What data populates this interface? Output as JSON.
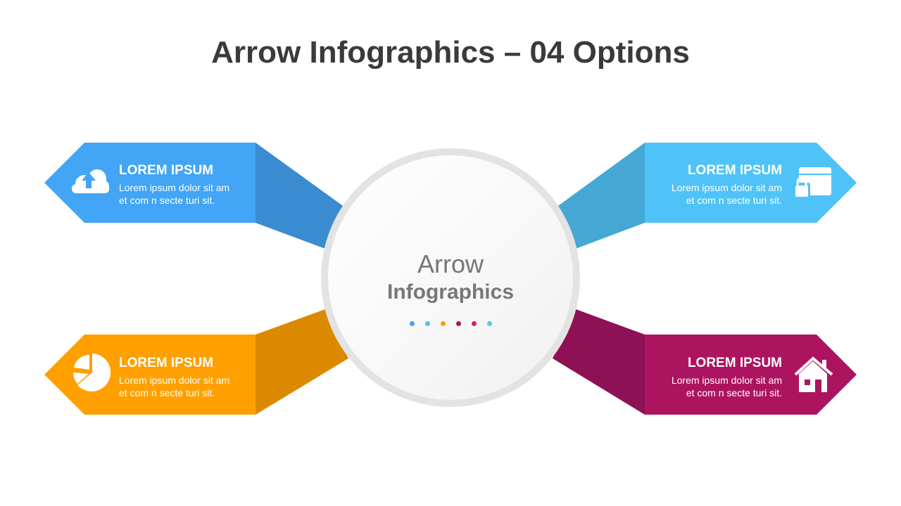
{
  "title": "Arrow Infographics – 04 Options",
  "center": {
    "line1": "Arrow",
    "line2": "Infographics",
    "dot_colors": [
      "#42A5F5",
      "#4FC3F7",
      "#FFA000",
      "#AD1460",
      "#D81B60",
      "#4DD0E1"
    ]
  },
  "options": [
    {
      "heading": "LOREM IPSUM",
      "line1": "Lorem ipsum dolor sit am",
      "line2": "et com n secte turi sit.",
      "icon": "cloud-upload-icon",
      "color": "#42A5F5",
      "dark": "#3A8BD0"
    },
    {
      "heading": "LOREM IPSUM",
      "line1": "Lorem ipsum dolor sit am",
      "line2": "et com n secte turi sit.",
      "icon": "box-lock-icon",
      "color": "#4FC3F7",
      "dark": "#45A7D4"
    },
    {
      "heading": "LOREM IPSUM",
      "line1": "Lorem ipsum dolor sit am",
      "line2": "et com n secte turi sit.",
      "icon": "pie-chart-icon",
      "color": "#FFA000",
      "dark": "#DB8A00"
    },
    {
      "heading": "LOREM IPSUM",
      "line1": "Lorem ipsum dolor sit am",
      "line2": "et com n secte turi sit.",
      "icon": "home-icon",
      "color": "#AD1460",
      "dark": "#8E1055"
    }
  ]
}
